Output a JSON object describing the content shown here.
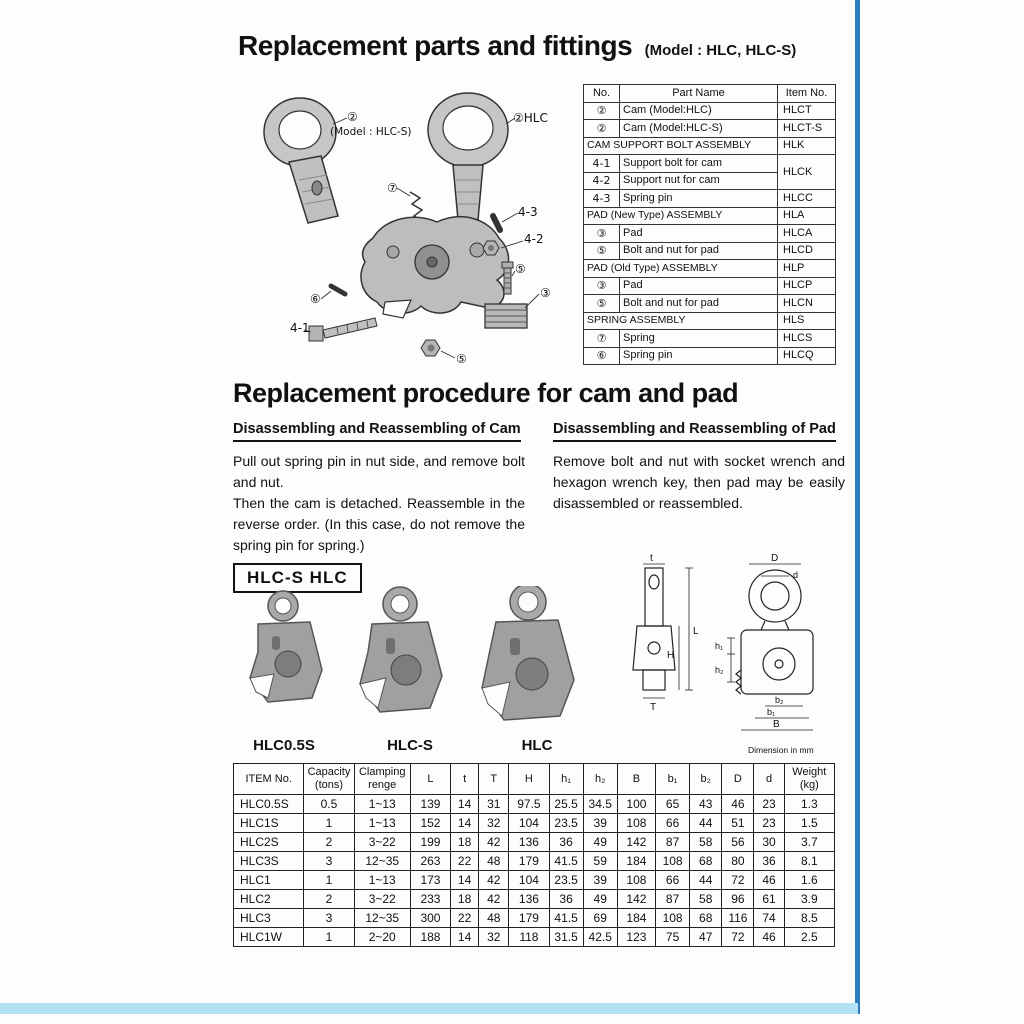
{
  "page": {
    "title": "Replacement parts and fittings",
    "title_model": "(Model : HLC, HLC-S)",
    "procedure_title": "Replacement procedure for cam and pad"
  },
  "parts_table": {
    "headers": [
      "No.",
      "Part Name",
      "Item No."
    ],
    "rows": [
      {
        "no": "②",
        "name": "Cam (Model:HLC)",
        "item": "HLCT"
      },
      {
        "no": "②",
        "name": "Cam (Model:HLC-S)",
        "item": "HLCT-S"
      },
      {
        "section": "CAM SUPPORT BOLT ASSEMBLY",
        "item": "HLK"
      },
      {
        "no": "4-1",
        "name": "Support bolt for cam",
        "item": "HLCK",
        "rowspan": 2
      },
      {
        "no": "4-2",
        "name": "Support nut for cam"
      },
      {
        "no": "4-3",
        "name": "Spring pin",
        "item": "HLCC"
      },
      {
        "section": "PAD (New Type) ASSEMBLY",
        "item": "HLA"
      },
      {
        "no": "③",
        "name": "Pad",
        "item": "HLCA"
      },
      {
        "no": "⑤",
        "name": "Bolt and nut for pad",
        "item": "HLCD"
      },
      {
        "section": "PAD (Old Type) ASSEMBLY",
        "item": "HLP"
      },
      {
        "no": "③",
        "name": "Pad",
        "item": "HLCP"
      },
      {
        "no": "⑤",
        "name": "Bolt and nut for pad",
        "item": "HLCN"
      },
      {
        "section": "SPRING ASSEMBLY",
        "item": "HLS"
      },
      {
        "no": "⑦",
        "name": "Spring",
        "item": "HLCS"
      },
      {
        "no": "⑥",
        "name": "Spring pin",
        "item": "HLCQ"
      }
    ]
  },
  "cam_section": {
    "heading": "Disassembling and Reassembling of Cam",
    "para1": "Pull out spring pin in nut side, and remove bolt and nut.",
    "para2": "Then the cam is detached. Reassemble in the reverse order. (In this case, do not remove the spring pin for spring.)"
  },
  "pad_section": {
    "heading": "Disassembling and Reassembling of Pad",
    "para1": "Remove bolt and nut with socket wrench and hexagon wrench key, then pad may be easily disassembled or reassembled."
  },
  "models_box": "HLC-S  HLC",
  "product_labels": [
    "HLC0.5S",
    "HLC-S",
    "HLC"
  ],
  "exploded": {
    "c2": "②",
    "c2_model": "(Model : HLC-S)",
    "c2hlc": "②HLC",
    "c7": "⑦",
    "c43": "4-3",
    "c42": "4-2",
    "c5a": "⑤",
    "c3": "③",
    "c6": "⑥",
    "c41": "4-1",
    "c5b": "⑤"
  },
  "dims": {
    "t": "t",
    "L": "L",
    "H": "H",
    "T": "T",
    "D": "D",
    "d": "d",
    "h1": "h₁",
    "h2": "h₂",
    "b1": "b₁",
    "b2": "b₂",
    "B": "B",
    "note": "Dimension in mm"
  },
  "spec_table": {
    "headers": [
      [
        "ITEM No."
      ],
      [
        "Capacity",
        "(tons)"
      ],
      [
        "Clamping",
        "renge"
      ],
      [
        "L"
      ],
      [
        "t"
      ],
      [
        "T"
      ],
      [
        "H"
      ],
      [
        "h₁"
      ],
      [
        "h₂"
      ],
      [
        "B"
      ],
      [
        "b₁"
      ],
      [
        "b₂"
      ],
      [
        "D"
      ],
      [
        "d"
      ],
      [
        "Weight",
        "(kg)"
      ]
    ],
    "rows": [
      [
        "HLC0.5S",
        "0.5",
        "1~13",
        "139",
        "14",
        "31",
        "97.5",
        "25.5",
        "34.5",
        "100",
        "65",
        "43",
        "46",
        "23",
        "1.3"
      ],
      [
        "HLC1S",
        "1",
        "1~13",
        "152",
        "14",
        "32",
        "104",
        "23.5",
        "39",
        "108",
        "66",
        "44",
        "51",
        "23",
        "1.5"
      ],
      [
        "HLC2S",
        "2",
        "3~22",
        "199",
        "18",
        "42",
        "136",
        "36",
        "49",
        "142",
        "87",
        "58",
        "56",
        "30",
        "3.7"
      ],
      [
        "HLC3S",
        "3",
        "12~35",
        "263",
        "22",
        "48",
        "179",
        "41.5",
        "59",
        "184",
        "108",
        "68",
        "80",
        "36",
        "8.1"
      ],
      [
        "HLC1",
        "1",
        "1~13",
        "173",
        "14",
        "42",
        "104",
        "23.5",
        "39",
        "108",
        "66",
        "44",
        "72",
        "46",
        "1.6"
      ],
      [
        "HLC2",
        "2",
        "3~22",
        "233",
        "18",
        "42",
        "136",
        "36",
        "49",
        "142",
        "87",
        "58",
        "96",
        "61",
        "3.9"
      ],
      [
        "HLC3",
        "3",
        "12~35",
        "300",
        "22",
        "48",
        "179",
        "41.5",
        "69",
        "184",
        "108",
        "68",
        "116",
        "74",
        "8.5"
      ],
      [
        "HLC1W",
        "1",
        "2~20",
        "188",
        "14",
        "32",
        "118",
        "31.5",
        "42.5",
        "123",
        "75",
        "47",
        "72",
        "46",
        "2.5"
      ]
    ]
  },
  "accent": {
    "side_bar": "#2d7dc2",
    "bottom_band": "#b5e2f3"
  }
}
